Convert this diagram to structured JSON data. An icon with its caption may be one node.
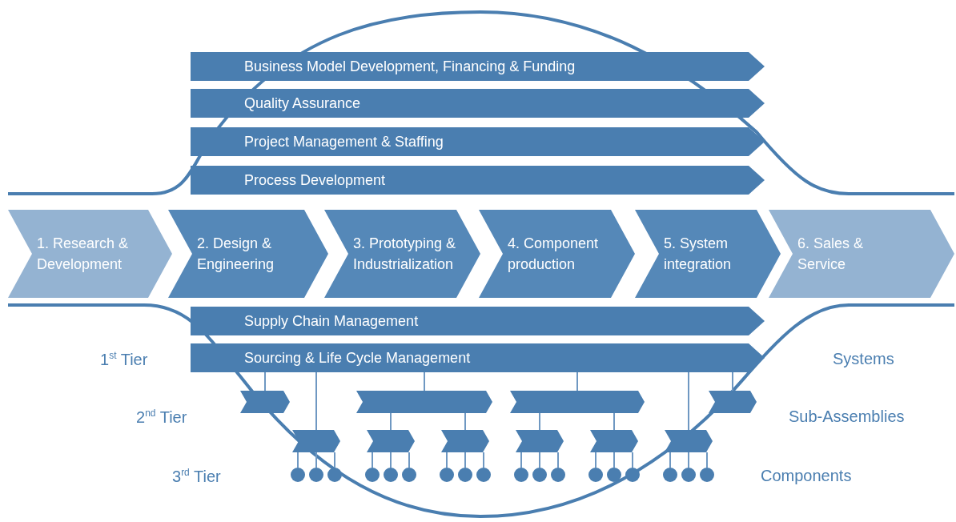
{
  "diagram": {
    "nodes": [
      {
        "text": [
          "Business Model Development, Financing & Funding"
        ]
      },
      {
        "text": [
          "Quality Assurance"
        ]
      },
      {
        "text": [
          "Project Management & Staffing"
        ]
      },
      {
        "text": [
          "Process Development"
        ]
      },
      {
        "text": [
          "1. Research & Development"
        ]
      },
      {
        "text": [
          "2. Design & Engineering"
        ]
      },
      {
        "text": [
          "3. Prototyping & Industrialization"
        ]
      },
      {
        "text": [
          "4. Component production"
        ]
      },
      {
        "text": [
          "5. System integration"
        ]
      },
      {
        "text": [
          "6. Sales & Service"
        ]
      },
      {
        "text": [
          "Supply Chain Management"
        ]
      },
      {
        "text": [
          "Sourcing & Life Cycle Management"
        ]
      },
      {
        "text": [],
        "shape": "chevron"
      },
      {
        "text": [],
        "shape": "chevron"
      },
      {
        "text": [],
        "shape": "chevron"
      },
      {
        "text": [],
        "shape": "chevron"
      },
      {
        "text": [],
        "shape": "chevron"
      },
      {
        "text": [],
        "shape": "chevron"
      },
      {
        "text": [],
        "shape": "chevron"
      },
      {
        "text": [],
        "shape": "chevron"
      },
      {
        "text": [],
        "shape": "chevron"
      },
      {
        "text": [],
        "shape": "chevron"
      },
      {
        "text": [],
        "shape": "circle"
      },
      {
        "text": [],
        "shape": "circle"
      },
      {
        "text": [],
        "shape": "circle"
      },
      {
        "text": [],
        "shape": "circle"
      },
      {
        "text": [],
        "shape": "circle"
      },
      {
        "text": [],
        "shape": "circle"
      },
      {
        "text": [],
        "shape": "circle"
      },
      {
        "text": [],
        "shape": "circle"
      },
      {
        "text": [],
        "shape": "circle"
      },
      {
        "text": [],
        "shape": "circle"
      },
      {
        "text": [],
        "shape": "circle"
      },
      {
        "text": [],
        "shape": "circle"
      },
      {
        "text": [],
        "shape": "circle"
      },
      {
        "text": [],
        "shape": "circle"
      },
      {
        "text": [],
        "shape": "circle"
      },
      {
        "text": [],
        "shape": "circle"
      },
      {
        "text": [],
        "shape": "circle"
      },
      {
        "text": [],
        "shape": "circle"
      }
    ],
    "edges": [
      {
        "from": 11,
        "to": 12,
        "arrow": "none"
      },
      {
        "from": 11,
        "to": 16,
        "arrow": "none"
      },
      {
        "from": 11,
        "to": 13,
        "arrow": "none"
      },
      {
        "from": 11,
        "to": 14,
        "arrow": "none"
      },
      {
        "from": 11,
        "to": 21,
        "arrow": "none"
      },
      {
        "from": 11,
        "to": 15,
        "arrow": "none"
      },
      {
        "from": 13,
        "to": 17,
        "arrow": "none"
      },
      {
        "from": 13,
        "to": 18,
        "arrow": "none"
      },
      {
        "from": 14,
        "to": 19,
        "arrow": "none"
      },
      {
        "from": 14,
        "to": 20,
        "arrow": "none"
      },
      {
        "from": 16,
        "to": 22,
        "arrow": "none"
      },
      {
        "from": 16,
        "to": 23,
        "arrow": "none"
      },
      {
        "from": 16,
        "to": 24,
        "arrow": "none"
      },
      {
        "from": 17,
        "to": 25,
        "arrow": "none"
      },
      {
        "from": 17,
        "to": 26,
        "arrow": "none"
      },
      {
        "from": 17,
        "to": 27,
        "arrow": "none"
      },
      {
        "from": 18,
        "to": 28,
        "arrow": "none"
      },
      {
        "from": 18,
        "to": 29,
        "arrow": "none"
      },
      {
        "from": 18,
        "to": 30,
        "arrow": "none"
      },
      {
        "from": 19,
        "to": 31,
        "arrow": "none"
      },
      {
        "from": 19,
        "to": 32,
        "arrow": "none"
      },
      {
        "from": 19,
        "to": 33,
        "arrow": "none"
      },
      {
        "from": 20,
        "to": 34,
        "arrow": "none"
      },
      {
        "from": 20,
        "to": 35,
        "arrow": "none"
      },
      {
        "from": 20,
        "to": 36,
        "arrow": "none"
      },
      {
        "from": 21,
        "to": 37,
        "arrow": "none"
      },
      {
        "from": 21,
        "to": 38,
        "arrow": "none"
      },
      {
        "from": 21,
        "to": 39,
        "arrow": "none"
      }
    ],
    "labels": [
      "1$^{st}$ Tier",
      "Systems",
      "2$^{nd}$ Tier",
      "Sub-Assemblies",
      "3$^{rd}$ Tier",
      "Components"
    ]
  }
}
